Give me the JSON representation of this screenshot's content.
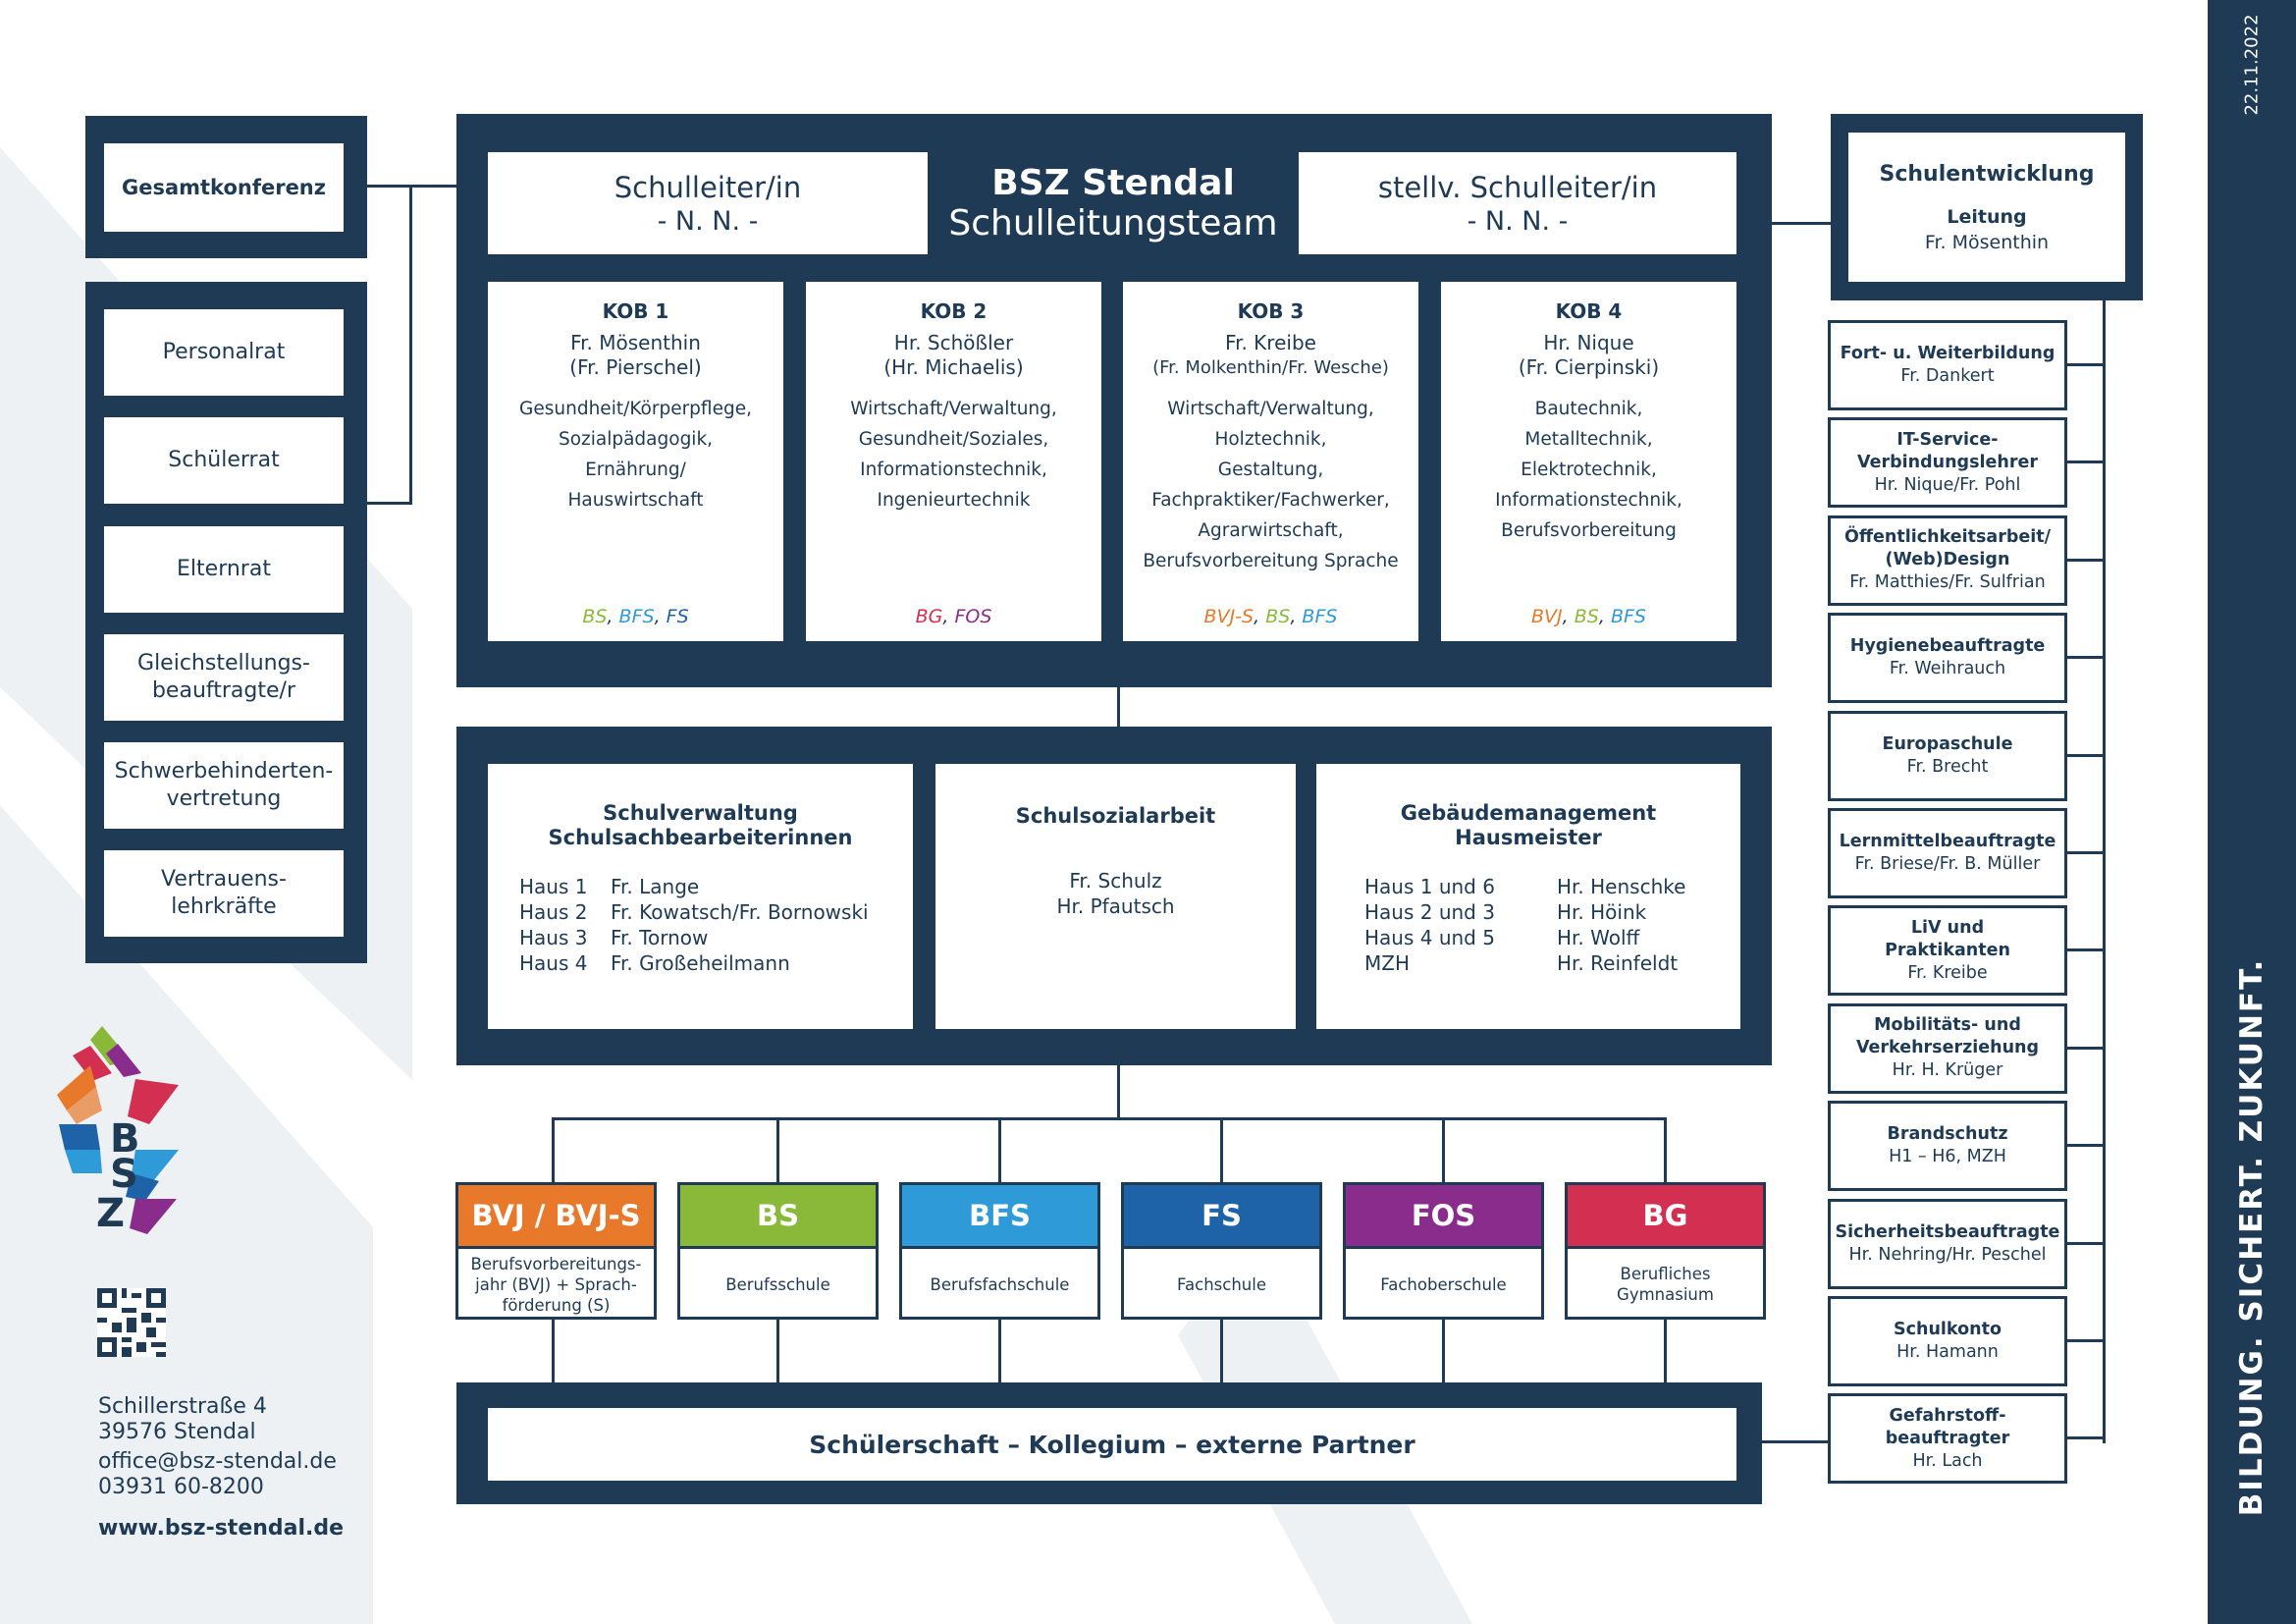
{
  "date": "22.11.2022",
  "slogan": "BILDUNG. SICHERT. ZUKUNFT.",
  "colors": {
    "navy": "#1e3a55",
    "orange": "#e8782a",
    "green": "#8ab93a",
    "lightblue": "#2f9ad8",
    "blue": "#1e63a8",
    "purple": "#8a2c8c",
    "red": "#d32f50"
  },
  "left": {
    "gesamtkonferenz": "Gesamtkonferenz",
    "items": [
      "Personalrat",
      "Schülerrat",
      "Elternrat",
      "Gleichstellungs-\nbeauftragte/r",
      "Schwerbehinderten-\nvertretung",
      "Vertrauens-\nlehrkräfte"
    ]
  },
  "top": {
    "leiter_title": "Schulleiter/in",
    "leiter_name": "- N. N. -",
    "center_title": "BSZ Stendal",
    "center_sub": "Schulleitungsteam",
    "stellv_title": "stellv. Schulleiter/in",
    "stellv_name": "- N. N. -"
  },
  "kob": [
    {
      "title": "KOB 1",
      "name": "Fr. Mösenthin",
      "sub": "(Fr. Pierschel)",
      "lines": [
        "Gesundheit/Körperpflege,",
        "Sozialpädagogik,",
        "Ernährung/",
        "Hauswirtschaft"
      ],
      "tags": [
        {
          "t": "BS",
          "c": "green"
        },
        {
          "t": "BFS",
          "c": "lightblue"
        },
        {
          "t": "FS",
          "c": "blue"
        }
      ]
    },
    {
      "title": "KOB 2",
      "name": "Hr. Schößler",
      "sub": "(Hr. Michaelis)",
      "lines": [
        "Wirtschaft/Verwaltung,",
        "Gesundheit/Soziales,",
        "Informationstechnik,",
        "Ingenieurtechnik"
      ],
      "tags": [
        {
          "t": "BG",
          "c": "red"
        },
        {
          "t": "FOS",
          "c": "purple"
        }
      ]
    },
    {
      "title": "KOB 3",
      "name": "Fr. Kreibe",
      "sub": "(Fr. Molkenthin/Fr. Wesche)",
      "lines": [
        "Wirtschaft/Verwaltung,",
        "Holztechnik,",
        "Gestaltung,",
        "Fachpraktiker/Fachwerker,",
        "Agrarwirtschaft,",
        "Berufsvorbereitung Sprache"
      ],
      "tags": [
        {
          "t": "BVJ-S",
          "c": "orange"
        },
        {
          "t": "BS",
          "c": "green"
        },
        {
          "t": "BFS",
          "c": "lightblue"
        }
      ]
    },
    {
      "title": "KOB 4",
      "name": "Hr. Nique",
      "sub": "(Fr. Cierpinski)",
      "lines": [
        "Bautechnik,",
        "Metalltechnik,",
        "Elektrotechnik,",
        "Informationstechnik,",
        "Berufsvorbereitung"
      ],
      "tags": [
        {
          "t": "BVJ",
          "c": "orange"
        },
        {
          "t": "BS",
          "c": "green"
        },
        {
          "t": "BFS",
          "c": "lightblue"
        }
      ]
    }
  ],
  "middle": {
    "verwaltung": {
      "title1": "Schulverwaltung",
      "title2": "Schulsachbearbeiterinnen",
      "rows": [
        [
          "Haus 1",
          "Fr. Lange"
        ],
        [
          "Haus 2",
          "Fr. Kowatsch/Fr. Bornowski"
        ],
        [
          "Haus 3",
          "Fr. Tornow"
        ],
        [
          "Haus 4",
          "Fr. Großeheilmann"
        ]
      ]
    },
    "sozial": {
      "title": "Schulsozialarbeit",
      "names": [
        "Fr. Schulz",
        "Hr. Pfautsch"
      ]
    },
    "gebaeude": {
      "title1": "Gebäudemanagement",
      "title2": "Hausmeister",
      "rows": [
        [
          "Haus 1 und 6",
          "Hr. Henschke"
        ],
        [
          "Haus 2 und 3",
          "Hr. Höink"
        ],
        [
          "Haus 4 und 5",
          "Hr. Wolff"
        ],
        [
          "MZH",
          "Hr. Reinfeldt"
        ]
      ]
    }
  },
  "types": [
    {
      "short": "BVJ / BVJ-S",
      "long": "Berufsvorbereitungs-\njahr (BVJ) + Sprach-\nförderung (S)",
      "color": "orange"
    },
    {
      "short": "BS",
      "long": "Berufsschule",
      "color": "green"
    },
    {
      "short": "BFS",
      "long": "Berufsfachschule",
      "color": "lightblue"
    },
    {
      "short": "FS",
      "long": "Fachschule",
      "color": "blue"
    },
    {
      "short": "FOS",
      "long": "Fachoberschule",
      "color": "purple"
    },
    {
      "short": "BG",
      "long": "Berufliches\nGymnasium",
      "color": "red"
    }
  ],
  "bottom_bar": "Schülerschaft – Kollegium – externe Partner",
  "right": {
    "schulentwicklung": {
      "title": "Schulentwicklung",
      "sub": "Leitung",
      "name": "Fr. Mösenthin"
    },
    "items": [
      {
        "title": "Fort- u. Weiterbildung",
        "person": "Fr. Dankert"
      },
      {
        "title": "IT-Service-\nVerbindungslehrer",
        "person": "Hr. Nique/Fr. Pohl"
      },
      {
        "title": "Öffentlichkeitsarbeit/\n(Web)Design",
        "person": "Fr. Matthies/Fr. Sulfrian"
      },
      {
        "title": "Hygienebeauftragte",
        "person": "Fr. Weihrauch"
      },
      {
        "title": "Europaschule",
        "person": "Fr. Brecht"
      },
      {
        "title": "Lernmittelbeauftragte",
        "person": "Fr. Briese/Fr. B. Müller"
      },
      {
        "title": "LiV und\nPraktikanten",
        "person": "Fr. Kreibe"
      },
      {
        "title": "Mobilitäts- und\nVerkehrserziehung",
        "person": "Hr. H. Krüger"
      },
      {
        "title": "Brandschutz",
        "person": "H1 – H6, MZH"
      },
      {
        "title": "Sicherheitsbeauftragte",
        "person": "Hr. Nehring/Hr. Peschel"
      },
      {
        "title": "Schulkonto",
        "person": "Hr. Hamann"
      },
      {
        "title": "Gefahrstoff-\nbeauftragter",
        "person": "Hr. Lach"
      }
    ]
  },
  "contact": {
    "street": "Schillerstraße 4",
    "city": "39576 Stendal",
    "email": "office@bsz-stendal.de",
    "phone": "03931 60-8200",
    "web": "www.bsz-stendal.de"
  },
  "logo": {
    "letters": [
      "B",
      "S",
      "Z"
    ]
  }
}
